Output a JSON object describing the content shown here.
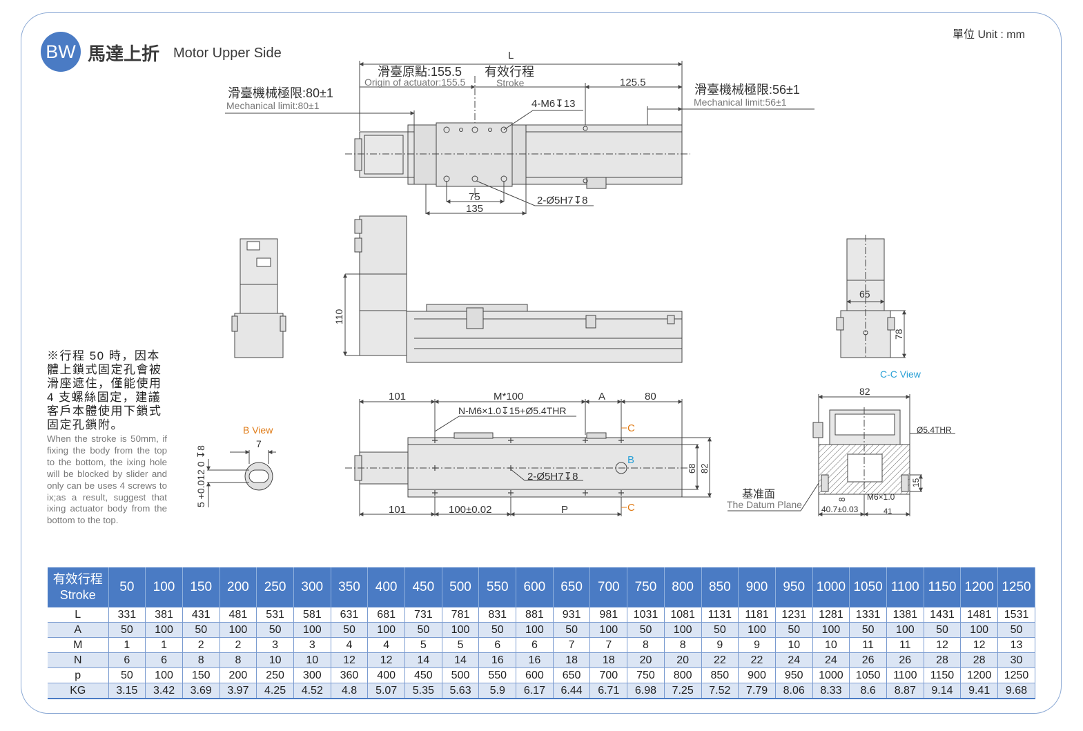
{
  "header": {
    "badge": "BW",
    "title_cn": "馬達上折",
    "title_en": "Motor Upper Side",
    "unit": "單位 Unit : mm"
  },
  "note": {
    "cn": "※行程 50 時，因本體上鎖式固定孔會被滑座遮住，僅能使用 4 支螺絲固定，建議客戶本體使用下鎖式固定孔鎖附。",
    "en": "When the stroke is 50mm, if fixing the body from the top to the bottom, the ixing hole will be blocked by slider and only can be uses 4 screws to ix;as a result, suggest that ixing actuator body from the bottom to the top."
  },
  "top_view": {
    "L": "L",
    "origin_cn": "滑臺原點:155.5",
    "origin_en": "Origin of actuator:155.5",
    "stroke_cn": "有效行程",
    "stroke_en": "Stroke",
    "d125": "125.5",
    "mech_left_cn": "滑臺機械極限:80±1",
    "mech_left_en": "Mechanical limit:80±1",
    "mech_right_cn": "滑臺機械極限:56±1",
    "mech_right_en": "Mechanical limit:56±1",
    "m6": "4-M6↧13",
    "d75": "75",
    "d135": "135",
    "pin": "2-Ø5H7↧8"
  },
  "side_view": {
    "d110": "110"
  },
  "cc_small": {
    "d65": "65",
    "d78": "78"
  },
  "b_view": {
    "label": "B View",
    "d7": "7",
    "tol": "5 +0.012 0 ↧8"
  },
  "bottom_view": {
    "d101_top": "101",
    "m100": "M*100",
    "a": "A",
    "d80": "80",
    "n_holes": "N-M6×1.0↧15+Ø5.4THR",
    "c": "C",
    "b": "B",
    "pin": "2-Ø5H7↧8",
    "d68": "68",
    "d82": "82",
    "d101_bottom": "101",
    "d100": "100±0.02",
    "p": "P"
  },
  "cc_view": {
    "label": "C-C View",
    "d82": "82",
    "thr": "Ø5.4THR",
    "datum_cn": "基准面",
    "datum_en": "The Datum Plane",
    "d8": "8",
    "d40": "40.7±0.03",
    "m6": "M6×1.0",
    "d41": "41",
    "d15": "15"
  },
  "table": {
    "header_cn": "有效行程",
    "header_en": "Stroke",
    "strokes": [
      "50",
      "100",
      "150",
      "200",
      "250",
      "300",
      "350",
      "400",
      "450",
      "500",
      "550",
      "600",
      "650",
      "700",
      "750",
      "800",
      "850",
      "900",
      "950",
      "1000",
      "1050",
      "1100",
      "1150",
      "1200",
      "1250"
    ],
    "rows": [
      {
        "name": "L",
        "values": [
          "331",
          "381",
          "431",
          "481",
          "531",
          "581",
          "631",
          "681",
          "731",
          "781",
          "831",
          "881",
          "931",
          "981",
          "1031",
          "1081",
          "1131",
          "1181",
          "1231",
          "1281",
          "1331",
          "1381",
          "1431",
          "1481",
          "1531"
        ]
      },
      {
        "name": "A",
        "values": [
          "50",
          "100",
          "50",
          "100",
          "50",
          "100",
          "50",
          "100",
          "50",
          "100",
          "50",
          "100",
          "50",
          "100",
          "50",
          "100",
          "50",
          "100",
          "50",
          "100",
          "50",
          "100",
          "50",
          "100",
          "50"
        ]
      },
      {
        "name": "M",
        "values": [
          "1",
          "1",
          "2",
          "2",
          "3",
          "3",
          "4",
          "4",
          "5",
          "5",
          "6",
          "6",
          "7",
          "7",
          "8",
          "8",
          "9",
          "9",
          "10",
          "10",
          "11",
          "11",
          "12",
          "12",
          "13"
        ]
      },
      {
        "name": "N",
        "values": [
          "6",
          "6",
          "8",
          "8",
          "10",
          "10",
          "12",
          "12",
          "14",
          "14",
          "16",
          "16",
          "18",
          "18",
          "20",
          "20",
          "22",
          "22",
          "24",
          "24",
          "26",
          "26",
          "28",
          "28",
          "30"
        ]
      },
      {
        "name": "p",
        "values": [
          "50",
          "100",
          "150",
          "200",
          "250",
          "300",
          "360",
          "400",
          "450",
          "500",
          "550",
          "600",
          "650",
          "700",
          "750",
          "800",
          "850",
          "900",
          "950",
          "1000",
          "1050",
          "1100",
          "1150",
          "1200",
          "1250"
        ]
      },
      {
        "name": "KG",
        "values": [
          "3.15",
          "3.42",
          "3.69",
          "3.97",
          "4.25",
          "4.52",
          "4.8",
          "5.07",
          "5.35",
          "5.63",
          "5.9",
          "6.17",
          "6.44",
          "6.71",
          "6.98",
          "7.25",
          "7.52",
          "7.79",
          "8.06",
          "8.33",
          "8.6",
          "8.87",
          "9.14",
          "9.41",
          "9.68"
        ]
      }
    ]
  }
}
